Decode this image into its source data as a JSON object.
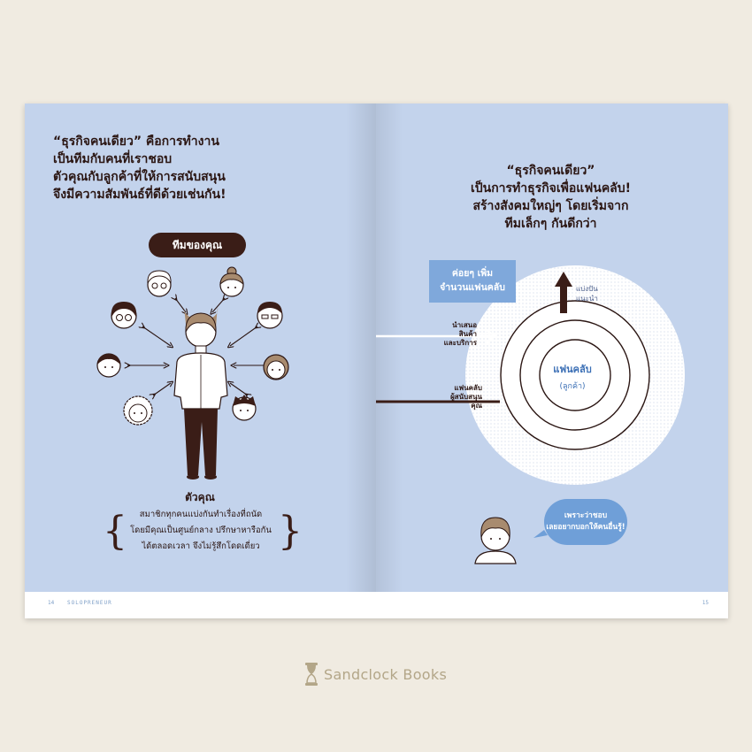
{
  "left_page": {
    "headline_lines": [
      "“ธุรกิจคนเดียว” คือการทำงาน",
      "เป็นทีมกับคนที่เราชอบ",
      "ตัวคุณกับลูกค้าที่ให้การสนับสนุน",
      "จึงมีความสัมพันธ์ที่ดีด้วยเช่นกัน!"
    ],
    "team_label": "ทีมของคุณ",
    "you_label": "ตัวคุณ",
    "description_lines": [
      "สมาชิกทุกคนแบ่งกันทำเรื่องที่ถนัด",
      "โดยมีคุณเป็นศูนย์กลาง ปรึกษาหารือกัน",
      "ได้ตลอดเวลา จึงไม่รู้สึกโดดเดี่ยว"
    ],
    "footer_page_number": "14",
    "footer_running_title": "SOLOPRENEUR"
  },
  "right_page": {
    "headline_lines": [
      "“ธุรกิจคนเดียว”",
      "เป็นการทำธุรกิจเพื่อแฟนคลับ!",
      "สร้างสังคมใหญ่ๆ โดยเริ่มจาก",
      "ทีมเล็กๆ กันดีกว่า"
    ],
    "gradual_lines": [
      "ค่อยๆ เพิ่ม",
      "จำนวนแฟนคลับ"
    ],
    "share_lines": [
      "แบ่งปัน",
      "แนะนำ"
    ],
    "offer_lines": [
      "นำเสนอ",
      "สินค้า",
      "และบริการ"
    ],
    "support_lines": [
      "แฟนคลับ",
      "ผู้สนับสนุน",
      "คุณ"
    ],
    "fan_core": "แฟนคลับ",
    "fan_core_sub": "(ลูกค้า)",
    "bubble_lines": [
      "เพราะว่าชอบ",
      "เลยอยากบอกให้คนอื่นรู้!"
    ],
    "footer_page_number": "15"
  },
  "brand": {
    "name": "Sandclock Books"
  },
  "colors": {
    "page_blue": "#c3d3ec",
    "ink": "#2b1613",
    "accent_blue": "#7fa8db",
    "brand_gold": "#b3a688"
  }
}
